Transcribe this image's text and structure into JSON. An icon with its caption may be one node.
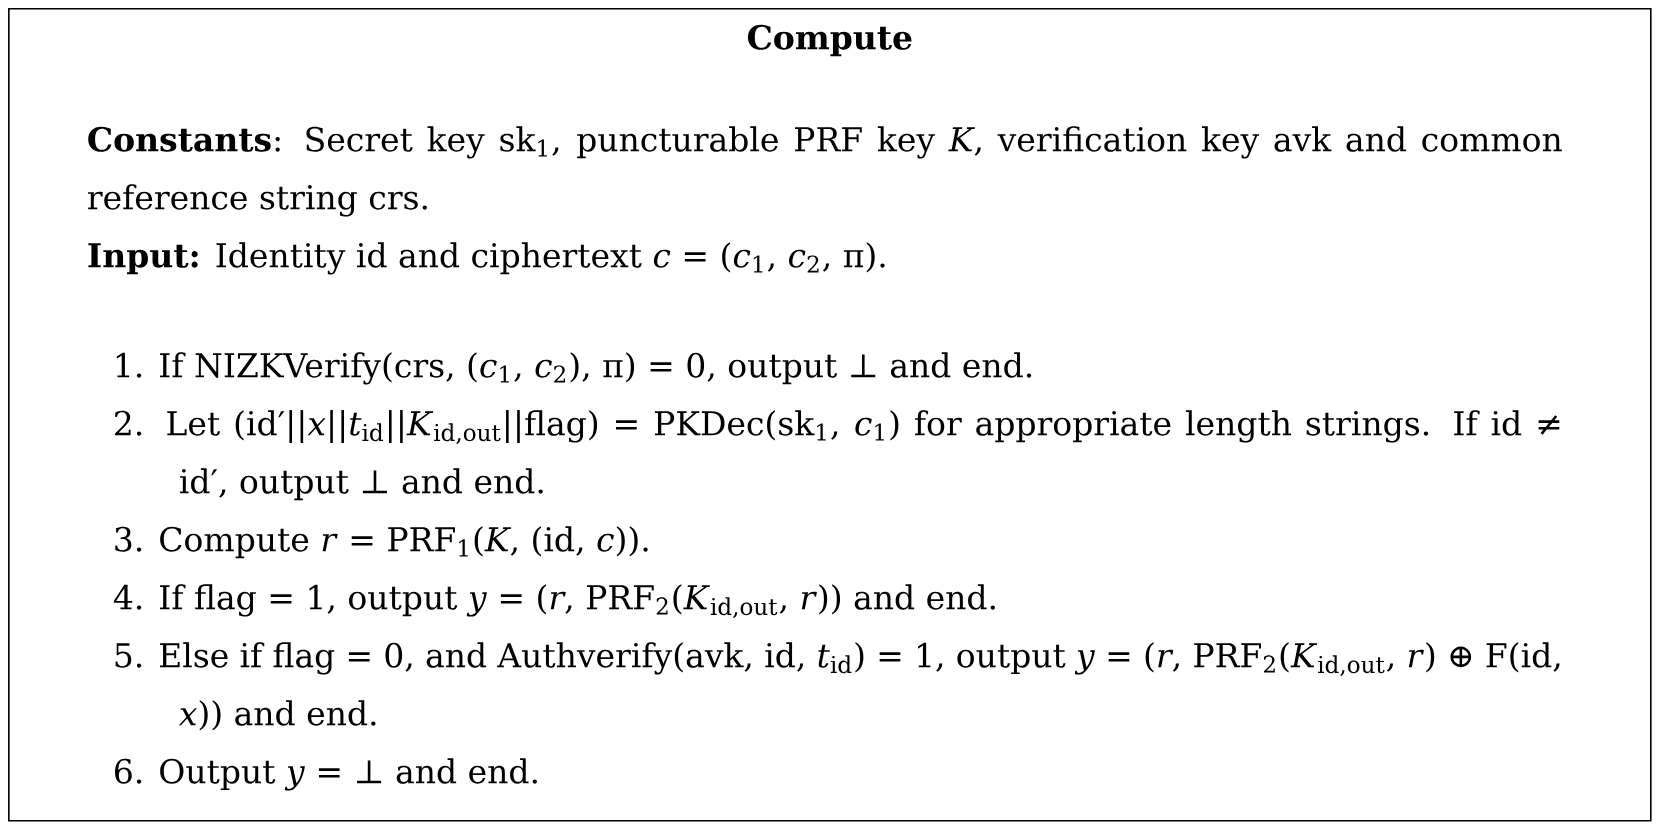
{
  "diagram": {
    "nodes": [
      {
        "text": [
          "Compute",
          "**Constants**: Secret key sk$_{1}$, puncturable PRF key *K*, verification key avk and common reference string crs.",
          "**Input:** Identity id and ciphertext *c* = (*c*$_{1}$, *c*$_{2}$, π).",
          "1. If NIZKVerify(crs, (*c*$_{1}$, *c*$_{2}$), π) = 0, output ⊥ and end.",
          "2. Let (id′||*x*||*t*$_{id}$||*K*$_{id,out}$||flag) = PKDec(sk$_{1}$, *c*$_{1}$) for appropriate length strings. If id ≠ id′, output ⊥ and end.",
          "3. Compute *r* = PRF$_{1}$(*K*, (id, *c*)).",
          "4. If flag = 1, output *y* = (*r*, PRF$_{2}$(*K*$_{id,out}$, *r*)) and end.",
          "5. Else if flag = 0, and Authverify(avk, id, *t*$_{id}$) = 1, output *y* = (*r*, PRF$_{2}$(*K*$_{id,out}$, *r*) ⊕ F(id, *x*)) and end.",
          "6. Output *y* = ⊥ and end."
        ]
      }
    ]
  }
}
